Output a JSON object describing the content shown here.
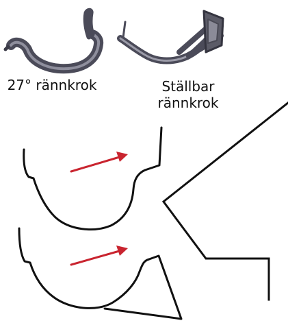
{
  "labels": {
    "fixed_hook": "27° rännkrok",
    "adjustable_hook_line1": "Ställbar",
    "adjustable_hook_line2": "rännkrok"
  },
  "colors": {
    "outline": "#111111",
    "arrow": "#c9242f",
    "hook_metal": "#4b4b59",
    "hook_highlight": "#8f8f9d",
    "background": "#ffffff"
  }
}
